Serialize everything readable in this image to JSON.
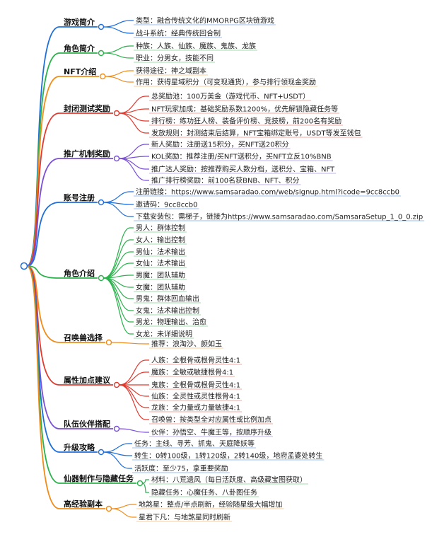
{
  "branches": [
    {
      "label": "游戏简介",
      "color": "#1e6fd9",
      "leaves": [
        "类型：融合传统文化的MMORPG区块链游戏",
        "战斗系统：经典传统回合制"
      ]
    },
    {
      "label": "角色简介",
      "color": "#2bb24c",
      "leaves": [
        "种族：人族、仙族、魔族、鬼族、龙族",
        "职业：分男女，技能不同"
      ]
    },
    {
      "label": "NFT介绍",
      "color": "#f08c1a",
      "leaves": [
        "获得途径：神之域副本",
        "作用：获得星域积分（可变现通货），参与排行领现金奖励"
      ]
    },
    {
      "label": "封闭测试奖励",
      "color": "#e03a2f",
      "leaves": [
        "总奖励池：100万美金（游戏代币、NFT+USDT）",
        "NFT玩家加成：基础奖励系数1200%，优先解锁隐藏任务等",
        "排行榜：练功狂人榜、装备评价榜、竞技榜，前200名有奖励",
        "发放规则：封测结束后结算，NFT宝箱绑定账号，USDT等发至钱包"
      ]
    },
    {
      "label": "推广机制奖励",
      "color": "#7a4fd6",
      "leaves": [
        "新人奖励：注册送15积分，买NFT送20积分",
        "KOL奖励：推荐注册/买NFT送积分，买NFT立反10%BNB",
        "推广达人奖励：按推荐购买人数分档，送积分、宝箱、NFT",
        "推广排行榜奖励：前100名获BNB、NFT、积分"
      ]
    },
    {
      "label": "账号注册",
      "color": "#1e6fd9",
      "leaves": [
        "注册链接：https://www.samsaradao.com/web/signup.html?icode=9cc8ccb0",
        "邀请码：9cc8ccb0",
        "下载安装包：需梯子，链接为https://www.samsaradao.com/SamsaraSetup_1_0_0.zip"
      ]
    },
    {
      "label": "角色介绍",
      "color": "#2bb24c",
      "leaves": [
        "男人：群体控制",
        "女人：输出控制",
        "男仙：法术输出",
        "女仙：法术输出",
        "男魔：团队辅助",
        "女魔：团队辅助",
        "男鬼：群体回血输出",
        "女鬼：法术输出控制",
        "男龙：物理输出、治愈",
        "女龙：未详细说明"
      ]
    },
    {
      "label": "召唤兽选择",
      "color": "#f08c1a",
      "leaves": [
        "推荐：浪淘沙、颜如玉"
      ]
    },
    {
      "label": "属性加点建议",
      "color": "#e03a2f",
      "leaves": [
        "人族：全根骨或根骨灵性4:1",
        "魔族：全敏或敏捷根骨4:1",
        "鬼族：全根骨或根骨灵性4:1",
        "仙族：全灵性或灵性根骨4:1",
        "龙族：全力量或力量敏捷4:1",
        "召唤兽：按类型全对应属性或比例加点"
      ]
    },
    {
      "label": "队伍伙伴搭配",
      "color": "#7a4fd6",
      "leaves": [
        "伙伴：孙悟空、牛魔王等，按顺序升级"
      ]
    },
    {
      "label": "升级攻略",
      "color": "#1e6fd9",
      "leaves": [
        "任务：主线、寻芳、抓鬼、天庭降妖等",
        "转生：0转100级，1转120级，2转140级，地府孟婆处转生",
        "活跃度：至少75，拿重要奖励"
      ]
    },
    {
      "label": "仙器制作与隐藏任务",
      "color": "#2bb24c",
      "leaves": [
        "材料：八荒遗风（每日活跃度、高级藏宝图获取）",
        "隐藏任务：心魔任务、八卦图任务"
      ]
    },
    {
      "label": "高经验副本",
      "color": "#f08c1a",
      "leaves": [
        "地煞星：整点/半点刷新，经验随星级大幅增加",
        "星君下凡：与地煞星同时刷新"
      ]
    }
  ]
}
